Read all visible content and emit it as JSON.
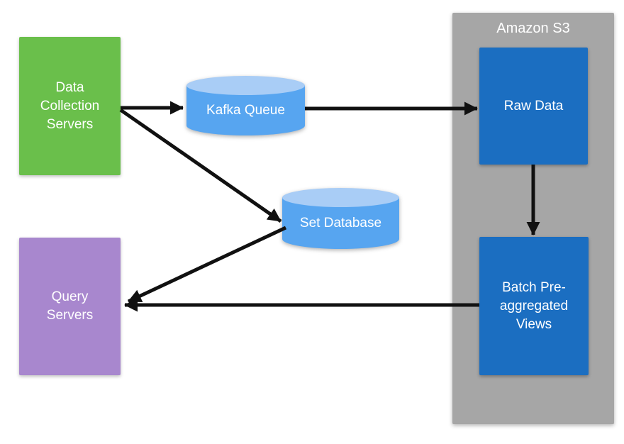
{
  "diagram": {
    "background_color": "#FFFFFF",
    "arrow_color": "#111111",
    "nodes": {
      "data_collection_servers": {
        "label": "Data Collection Servers",
        "shape": "rectangle",
        "color": "#6ABF4B",
        "text_color": "#FFFFFF"
      },
      "kafka_queue": {
        "label": "Kafka Queue",
        "shape": "cylinder",
        "color": "#57A5F0",
        "top_color": "#A9CDF6",
        "text_color": "#FFFFFF"
      },
      "set_database": {
        "label": "Set Database",
        "shape": "cylinder",
        "color": "#57A5F0",
        "top_color": "#A9CDF6",
        "text_color": "#FFFFFF"
      },
      "query_servers": {
        "label": "Query Servers",
        "shape": "rectangle",
        "color": "#A887CE",
        "text_color": "#FFFFFF"
      },
      "amazon_s3": {
        "label": "Amazon S3",
        "shape": "container",
        "color": "#A6A6A6",
        "text_color": "#FFFFFF"
      },
      "raw_data": {
        "label": "Raw Data",
        "shape": "rectangle",
        "color": "#1B6EC1",
        "text_color": "#FFFFFF"
      },
      "batch_preaggregated_views": {
        "label": "Batch Pre-aggregated Views",
        "shape": "rectangle",
        "color": "#1B6EC1",
        "text_color": "#FFFFFF"
      }
    },
    "edges": [
      {
        "from": "data_collection_servers",
        "to": "kafka_queue"
      },
      {
        "from": "kafka_queue",
        "to": "raw_data"
      },
      {
        "from": "data_collection_servers",
        "to": "set_database"
      },
      {
        "from": "set_database",
        "to": "query_servers"
      },
      {
        "from": "raw_data",
        "to": "batch_preaggregated_views"
      },
      {
        "from": "batch_preaggregated_views",
        "to": "query_servers"
      }
    ]
  }
}
